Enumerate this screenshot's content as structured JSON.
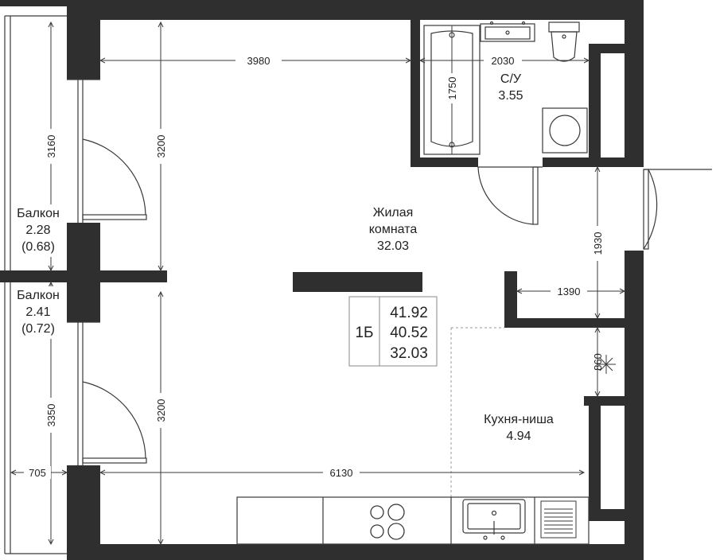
{
  "colors": {
    "wall": "#2f2f2f",
    "line": "#3a3a3a",
    "thin": "#8a8a8a",
    "text": "#222222",
    "background": "#ffffff"
  },
  "rooms": {
    "living": {
      "name_1": "Жилая",
      "name_2": "комната",
      "area": "32.03"
    },
    "bathroom": {
      "name": "С/У",
      "area": "3.55"
    },
    "kitchen": {
      "name": "Кухня-ниша",
      "area": "4.94"
    },
    "balcony_top": {
      "name": "Балкон",
      "area": "2.28",
      "area_reduced": "(0.68)"
    },
    "balcony_bottom": {
      "name": "Балкон",
      "area": "2.41",
      "area_reduced": "(0.72)"
    }
  },
  "dimensions": {
    "living_width_top": "3980",
    "bath_width": "2030",
    "bath_height": "1750",
    "balcony_top_length": "3160",
    "living_height_top": "3200",
    "balcony_bottom_length": "3350",
    "living_height_bottom": "3200",
    "balcony_depth": "705",
    "living_width_bottom": "6130",
    "hall_length": "1930",
    "hall_width": "1390",
    "niche_width": "860"
  },
  "apartment": {
    "type": "1Б",
    "total_area": "41.92",
    "living_area_with_kitchen": "40.52",
    "living_area": "32.03"
  },
  "icons": [
    "bathtub-icon",
    "sink-icon",
    "toilet-icon",
    "washing-machine-icon",
    "stove-icon",
    "kitchen-sink-icon",
    "dishwasher-icon",
    "ventilation-icon"
  ]
}
